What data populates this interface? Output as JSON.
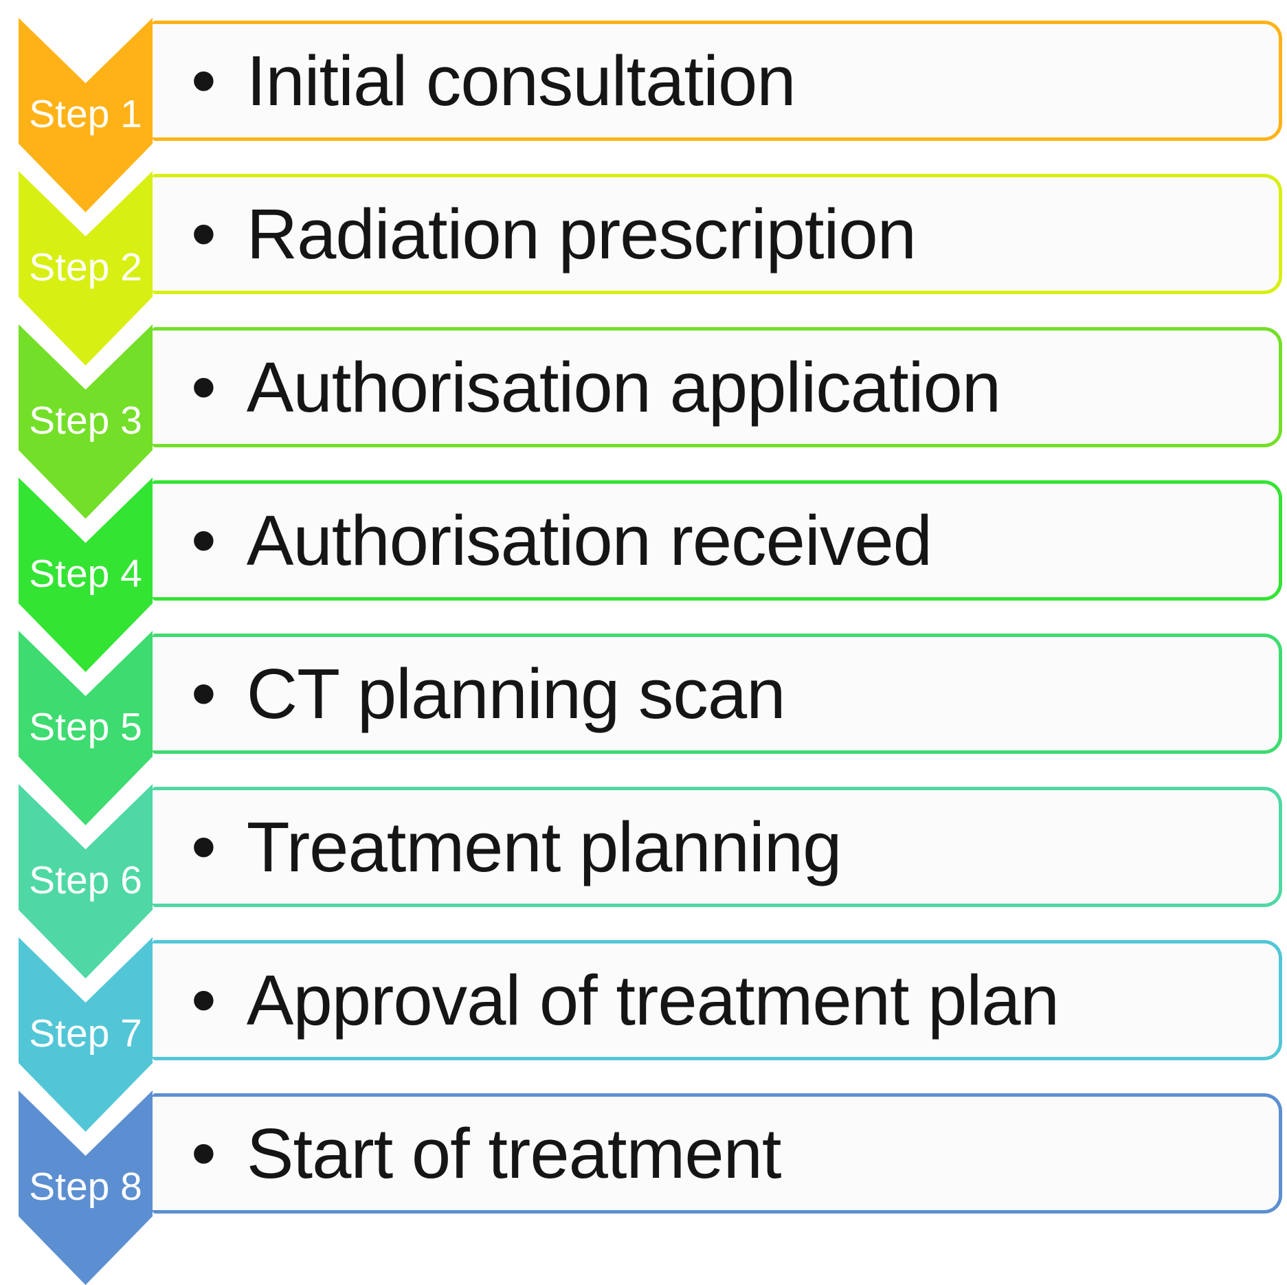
{
  "diagram": {
    "background": "#ffffff",
    "box_fill": "#fbfbfb",
    "text_color": "#151515",
    "label_color": "#ffffff",
    "bullet": "•",
    "steps": [
      {
        "label": "Step 1",
        "text": "Initial consultation",
        "color": "#FFB217"
      },
      {
        "label": "Step 2",
        "text": "Radiation prescription",
        "color": "#D8EF13"
      },
      {
        "label": "Step 3",
        "text": "Authorisation application",
        "color": "#74DF28"
      },
      {
        "label": "Step 4",
        "text": "Authorisation received",
        "color": "#33E433"
      },
      {
        "label": "Step 5",
        "text": "CT planning scan",
        "color": "#3EDB70"
      },
      {
        "label": "Step 6",
        "text": "Treatment planning",
        "color": "#4FD8A4"
      },
      {
        "label": "Step 7",
        "text": "Approval of treatment plan",
        "color": "#52C6D6"
      },
      {
        "label": "Step 8",
        "text": "Start of treatment",
        "color": "#5C8FD1"
      }
    ]
  }
}
